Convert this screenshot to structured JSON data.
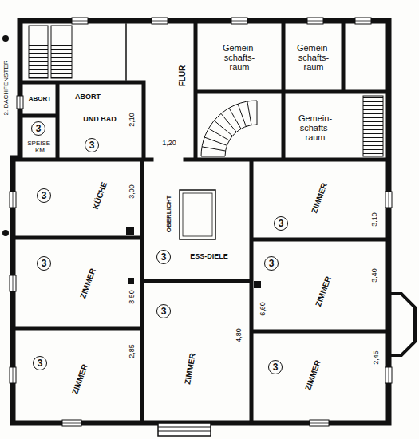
{
  "diagram": {
    "nodes": [
      {
        "text": [
          "ABORT"
        ]
      },
      {
        "text": [
          "SPEISE- KM"
        ]
      },
      {
        "text": [
          "3"
        ],
        "in": 1
      },
      {
        "text": [
          "ABORT",
          "UND BAD"
        ]
      },
      {
        "text": [
          "3"
        ],
        "in": 3
      },
      {
        "text": [
          "FLUR"
        ]
      },
      {
        "text": [
          "Gemein- schafts- raum"
        ]
      },
      {
        "text": [
          "Gemein- schafts- raum"
        ]
      },
      {
        "text": [
          "Gemein- schafts- raum"
        ]
      },
      {
        "text": [
          "KÜCHE"
        ]
      },
      {
        "text": [
          "3"
        ],
        "in": 9
      },
      {
        "text": [
          "OBERLICHT",
          "ESS-DIELE"
        ]
      },
      {
        "text": [
          "3"
        ],
        "in": 11
      },
      {
        "text": [
          "ZIMMER"
        ]
      },
      {
        "text": [
          "3"
        ],
        "in": 13
      },
      {
        "text": [
          "ZIMMER"
        ]
      },
      {
        "text": [
          "3"
        ],
        "in": 15
      },
      {
        "text": [
          "ZIMMER"
        ]
      },
      {
        "text": [
          "3"
        ],
        "in": 17
      },
      {
        "text": [
          "ZIMMER"
        ]
      },
      {
        "text": [
          "3"
        ],
        "in": 19
      },
      {
        "text": [
          "ZIMMER"
        ]
      },
      {
        "text": [
          "3"
        ],
        "in": 21
      },
      {
        "text": [
          "ZIMMER"
        ]
      },
      {
        "text": [
          "3"
        ],
        "in": 23
      }
    ],
    "labels": [
      "2. DACHFENSTER",
      "1,20",
      "2,10",
      "3,00",
      "3,10",
      "3,50",
      "6,60",
      "3,40",
      "4,80",
      "2,85",
      "2,45"
    ]
  }
}
